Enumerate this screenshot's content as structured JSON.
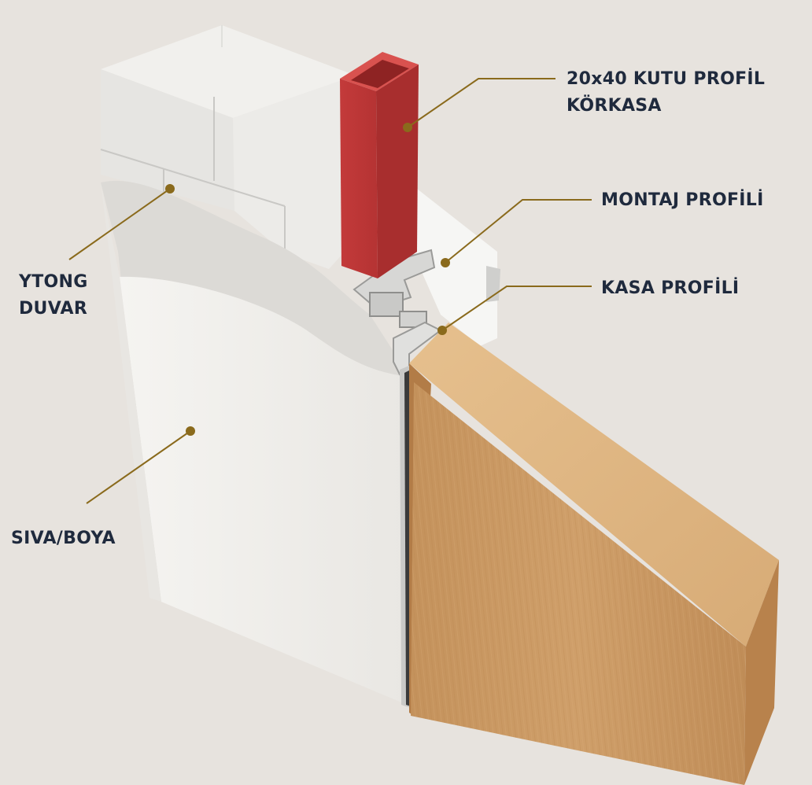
{
  "labels": {
    "kutu_profil": {
      "line1": "20x40 KUTU PROFİL",
      "line2": "KÖRKASA"
    },
    "montaj_profili": "MONTAJ PROFİLİ",
    "kasa_profili": "KASA PROFİLİ",
    "ytong_duvar": {
      "line1": "YTONG",
      "line2": "DUVAR"
    },
    "siva_boya": "SIVA/BOYA"
  },
  "colors": {
    "background": "#e7e3de",
    "leader": "#8a6a1c",
    "label_text": "#1f2a3d",
    "box_profile": "#c9403f",
    "wood": "#cf9f6a",
    "plaster": "#f2f1ee",
    "block": "#e9e8e5"
  }
}
